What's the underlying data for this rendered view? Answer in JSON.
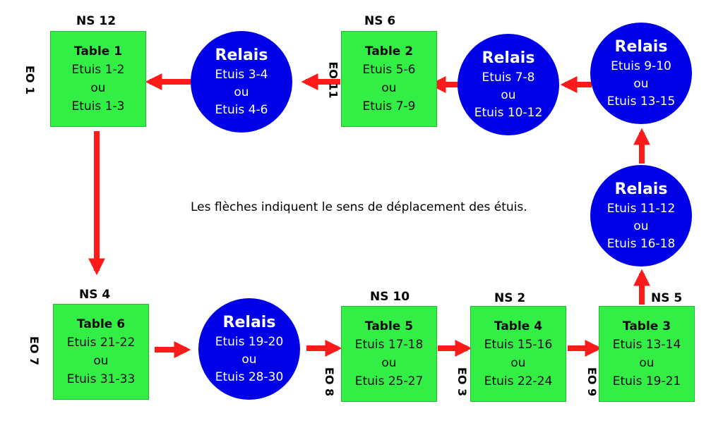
{
  "colors": {
    "table": "#33ee44",
    "relay": "#0000e6",
    "arrow": "#ff1a1a"
  },
  "note": "Les flèches indiquent le sens de déplacement des étuis.",
  "tables": [
    {
      "title": "Table 1",
      "line1": "Etuis 1-2",
      "or": "ou",
      "line2": "Etuis 1-3",
      "ns": "NS 12",
      "eo": "EO 1"
    },
    {
      "title": "Table 2",
      "line1": "Etuis 5-6",
      "or": "ou",
      "line2": "Etuis 7-9",
      "ns": "NS 6",
      "eo": "EO 11"
    },
    {
      "title": "Table 3",
      "line1": "Etuis 13-14",
      "or": "ou",
      "line2": "Etuis 19-21",
      "ns": "NS 5",
      "eo": "EO 9"
    },
    {
      "title": "Table 4",
      "line1": "Etuis 15-16",
      "or": "ou",
      "line2": "Etuis 22-24",
      "ns": "NS 2",
      "eo": "EO 3"
    },
    {
      "title": "Table 5",
      "line1": "Etuis 17-18",
      "or": "ou",
      "line2": "Etuis 25-27",
      "ns": "NS 10",
      "eo": "EO 8"
    },
    {
      "title": "Table 6",
      "line1": "Etuis 21-22",
      "or": "ou",
      "line2": "Etuis 31-33",
      "ns": "NS 4",
      "eo": "EO 7"
    }
  ],
  "relays": [
    {
      "title": "Relais",
      "line1": "Etuis 3-4",
      "or": "ou",
      "line2": "Etuis 4-6"
    },
    {
      "title": "Relais",
      "line1": "Etuis 7-8",
      "or": "ou",
      "line2": "Etuis 10-12"
    },
    {
      "title": "Relais",
      "line1": "Etuis 9-10",
      "or": "ou",
      "line2": "Etuis 13-15"
    },
    {
      "title": "Relais",
      "line1": "Etuis 11-12",
      "or": "ou",
      "line2": "Etuis 16-18"
    },
    {
      "title": "Relais",
      "line1": "Etuis 19-20",
      "or": "ou",
      "line2": "Etuis 28-30"
    }
  ]
}
